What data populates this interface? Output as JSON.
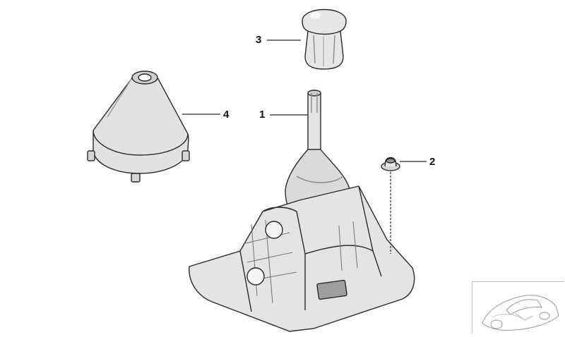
{
  "diagram": {
    "callouts": [
      {
        "id": "1",
        "label": "1",
        "part": "shift-lever"
      },
      {
        "id": "2",
        "label": "2",
        "part": "nut"
      },
      {
        "id": "3",
        "label": "3",
        "part": "shift-knob"
      },
      {
        "id": "4",
        "label": "4",
        "part": "boot-cover"
      }
    ],
    "colors": {
      "line": "#2a2a2a",
      "fill": "#e6e6e6",
      "shade": "#cfcfcf",
      "dark": "#9a9a9a",
      "thumb_border": "#bdbdbd"
    }
  }
}
